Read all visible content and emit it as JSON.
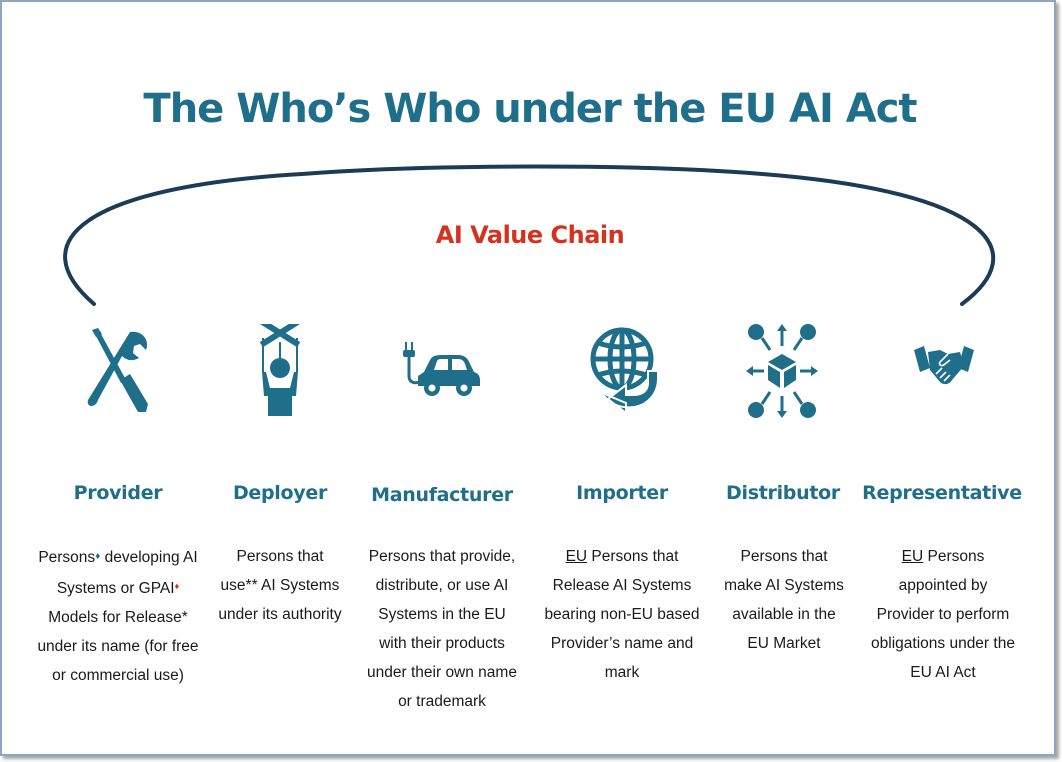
{
  "header": {
    "title": "The Who’s Who under the EU AI Act",
    "arc_label": "AI Value Chain"
  },
  "colors": {
    "title": "#1f6f8b",
    "accent_red": "#d6311f",
    "icon": "#1f6f8b",
    "arc": "#1c3b57"
  },
  "roles": [
    {
      "name": "Provider",
      "icon": "wrench-screwdriver-icon",
      "desc_prefix": "Persons",
      "desc_mark1": "♦",
      "desc_mid": " developing AI Systems or GPAI",
      "desc_mark2": "♦",
      "desc_suffix": " Models for Release* under its name (for free or commercial use)"
    },
    {
      "name": "Deployer",
      "icon": "puppet-icon",
      "desc": "Persons that use** AI Systems under its authority"
    },
    {
      "name": "Manufacturer",
      "icon": "electric-car-icon",
      "desc": "Persons that provide, distribute, or use AI Systems in the EU with their products under their own name or trademark"
    },
    {
      "name": "Importer",
      "icon": "globe-arrow-icon",
      "desc_ul": "EU",
      "desc_rest": " Persons that Release AI Systems bearing non-EU based Provider’s name and mark"
    },
    {
      "name": "Distributor",
      "icon": "distribution-box-icon",
      "desc": "Persons that make AI Systems available in the EU Market"
    },
    {
      "name": "Representative",
      "icon": "handshake-icon",
      "desc_ul": "EU",
      "desc_rest": " Persons appointed by Provider to perform obligations under the EU AI Act"
    }
  ]
}
